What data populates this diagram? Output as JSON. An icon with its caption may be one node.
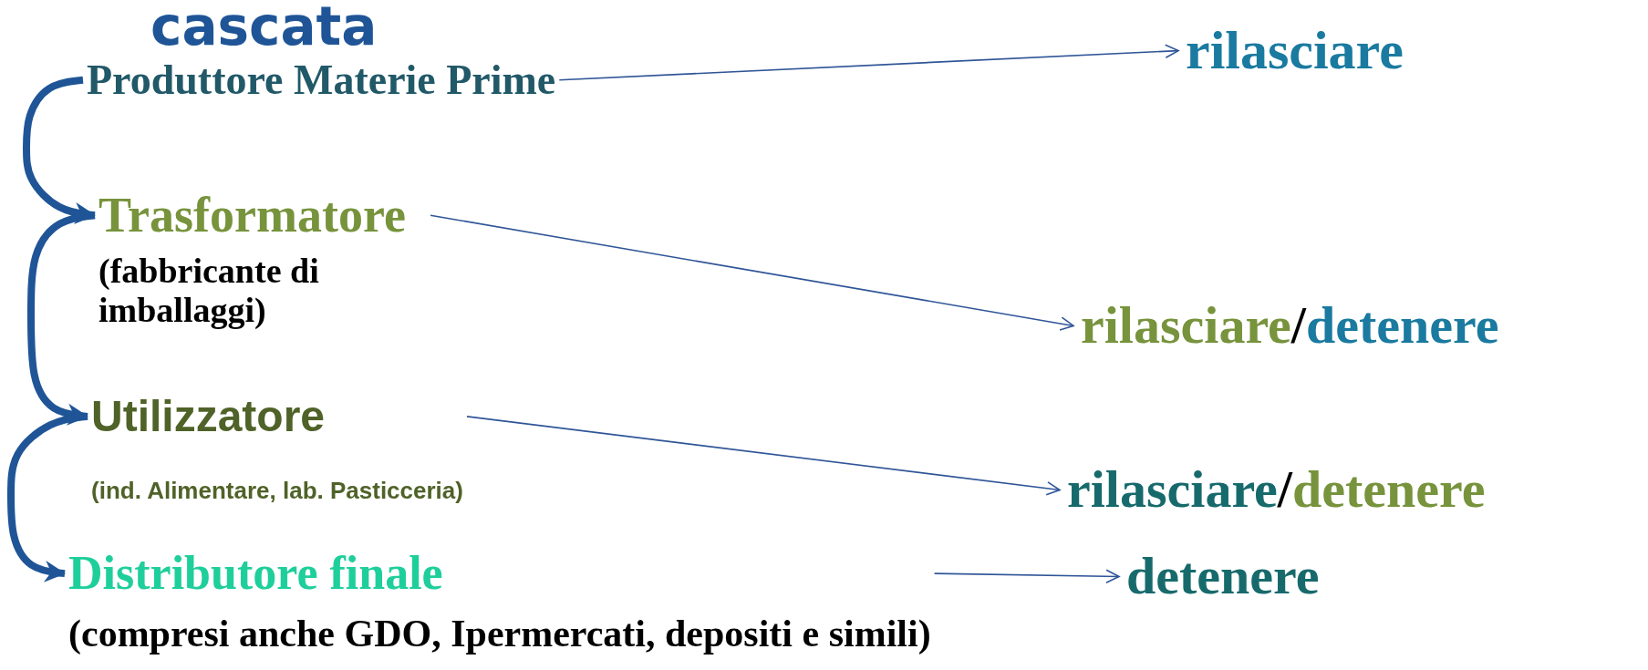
{
  "diagram": {
    "title": "cascata",
    "nodes": [
      {
        "text": [
          "Produttore Materie Prime"
        ]
      },
      {
        "text": [
          "rilasciare"
        ]
      },
      {
        "text": [
          "Trasformatore",
          "(fabbricante di imballaggi)"
        ]
      },
      {
        "text": [
          "Utilizzatore",
          "(ind. Alimentare, lab. Pasticceria)"
        ]
      },
      {
        "text": [
          "Distributore finale",
          "(compresi anche GDO, Ipermercati, depositi e simili)"
        ]
      },
      {
        "text": [
          "rilasciare",
          "/",
          "detenere"
        ]
      },
      {
        "text": [
          "rilasciare",
          "/",
          "detenere"
        ]
      },
      {
        "text": [
          "detenere"
        ]
      }
    ],
    "edges": [
      {
        "from": 0,
        "to": 1,
        "arrow": "to"
      },
      {
        "from": 2,
        "to": 5,
        "arrow": "to"
      },
      {
        "from": 3,
        "to": 6,
        "arrow": "to"
      },
      {
        "from": 4,
        "to": 7,
        "arrow": "to"
      },
      {
        "from": 0,
        "to": 2,
        "arrow": "to",
        "style": "thick"
      },
      {
        "from": 2,
        "to": 3,
        "arrow": "to",
        "style": "thick"
      },
      {
        "from": 3,
        "to": 4,
        "arrow": "to",
        "style": "thick"
      }
    ]
  }
}
